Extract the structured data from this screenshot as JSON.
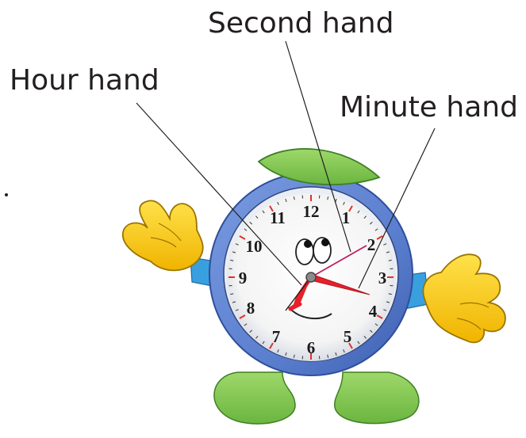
{
  "labels": {
    "second_hand": "Second hand",
    "hour_hand": "Hour hand",
    "minute_hand": "Minute hand"
  },
  "clock": {
    "numbers": [
      "12",
      "1",
      "2",
      "3",
      "4",
      "5",
      "6",
      "7",
      "8",
      "9",
      "10",
      "11"
    ]
  },
  "colors": {
    "bezel": "#5b7fcf",
    "leaf": "#7dc652",
    "glove": "#f2c80f",
    "hour_minute_hands": "#e8202a",
    "second_hand": "#c2185b",
    "tick_red": "#e0302a"
  }
}
